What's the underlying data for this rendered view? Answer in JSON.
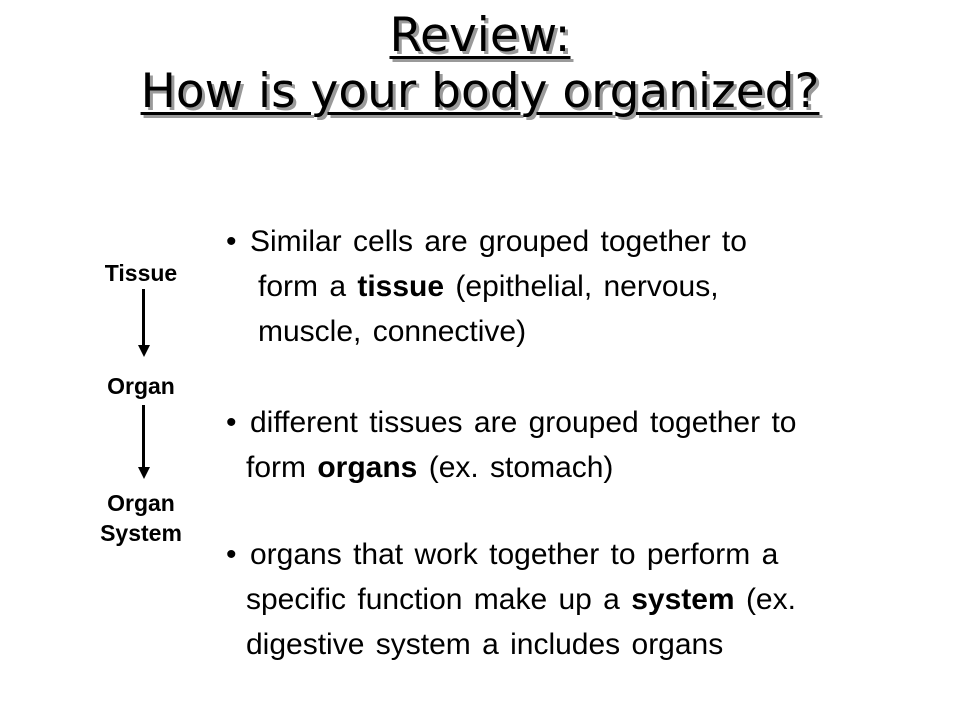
{
  "title": {
    "line1": "Review:",
    "line2": "How is your body organized?"
  },
  "hierarchy": {
    "tissue": "Tissue",
    "organ": "Organ",
    "organ_system_line1": "Organ",
    "organ_system_line2": "System"
  },
  "bullets": {
    "bullet_char": "•",
    "b1": {
      "l1": "Similar cells are grouped together to",
      "l2_pre": "form a ",
      "l2_bold": "tissue",
      "l2_post": " (epithelial, nervous,",
      "l3": "muscle, connective)"
    },
    "b2": {
      "l1": "different tissues are grouped together to",
      "l2_pre": "form ",
      "l2_bold": "organs",
      "l2_post": " (ex. stomach)"
    },
    "b3": {
      "l1": "organs that work together to perform a",
      "l2_pre": "specific function make up a ",
      "l2_bold": "system",
      "l2_post": " (ex.",
      "l3": "digestive system a includes organs"
    }
  },
  "colors": {
    "text": "#000000",
    "background": "#ffffff",
    "title_shadow": "#9a9a9a"
  }
}
